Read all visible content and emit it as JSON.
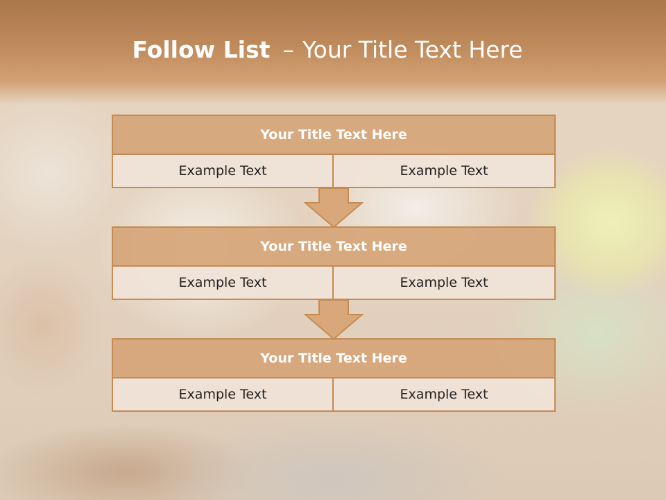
{
  "slide": {
    "title_bold": "Follow List",
    "title_dash": "–",
    "title_rest": "Your Title Text Here"
  },
  "steps": [
    {
      "title": "Your Title Text Here",
      "left": "Example Text",
      "right": "Example Text"
    },
    {
      "title": "Your Title Text Here",
      "left": "Example Text",
      "right": "Example Text"
    },
    {
      "title": "Your Title Text Here",
      "left": "Example Text",
      "right": "Example Text"
    }
  ],
  "colors": {
    "header_fill": "#d6a578",
    "border": "#c58b53",
    "cell_fill": "#f0e3d8",
    "arrow_fill": "#d9a87a"
  },
  "icons": [
    "down-arrow-icon",
    "down-arrow-icon"
  ]
}
